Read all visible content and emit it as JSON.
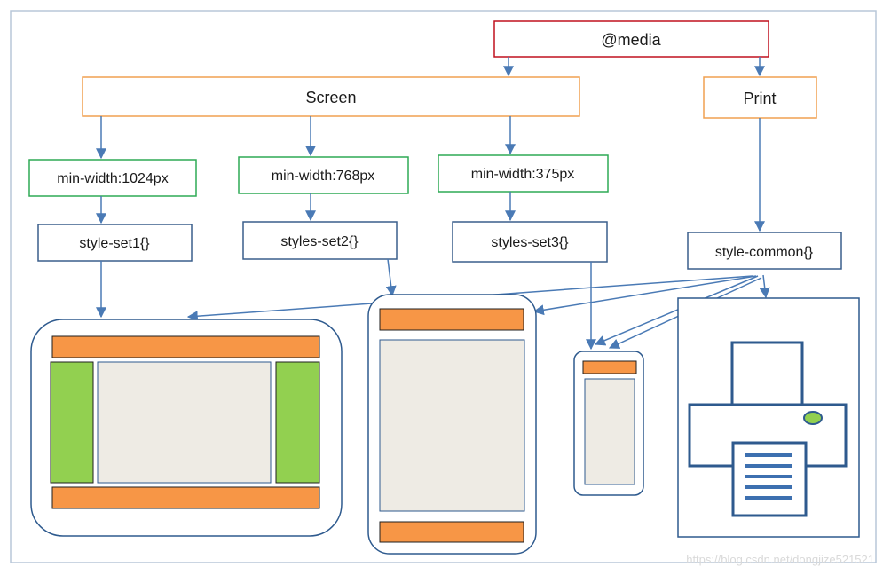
{
  "nodes": {
    "media": "@media",
    "screen": "Screen",
    "print": "Print",
    "mq_1024": "min-width:1024px",
    "mq_768": "min-width:768px",
    "mq_375": "min-width:375px",
    "set1": "style-set1{}",
    "set2": "styles-set2{}",
    "set3": "styles-set3{}",
    "common": "style-common{}"
  },
  "watermark": "https://blog.csdn.net/dongjize521521",
  "colors": {
    "media_border": "#c0111f",
    "orange_border": "#f0a050",
    "green_border": "#2eaa55",
    "blue_border": "#3a5f8c",
    "arrow": "#4a7ab5",
    "orange_fill": "#f79646",
    "green_fill": "#92d050",
    "content_fill": "#eeebe4",
    "printer_stroke": "#2e5a8e",
    "printer_button": "#92d050",
    "printer_lines": "#3d70b0"
  }
}
